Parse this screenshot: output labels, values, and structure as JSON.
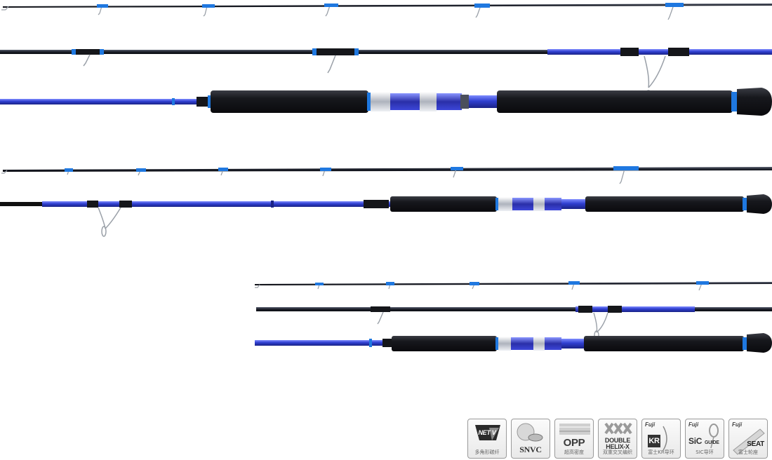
{
  "colors": {
    "blank_blue": "#2e3fc2",
    "blank_blue_light": "#5b6cf0",
    "carbon": "#1e2230",
    "grip": "#15161a",
    "trim": "#1f78e0",
    "chrome": "#c9ccd4",
    "guide": "#9aa0a8"
  },
  "rod_icons": {
    "rod1": "fishing-rod-3-piece-long",
    "rod2": "fishing-rod-2-piece",
    "rod3": "fishing-rod-3-piece-short"
  },
  "badges": [
    {
      "id": "net",
      "icon": "netv-logo-icon",
      "main": "NET V",
      "sub": "多角形碳纤"
    },
    {
      "id": "snvc",
      "icon": "snvc-logo-icon",
      "main": "SNVC",
      "sub": ""
    },
    {
      "id": "opp",
      "icon": "opp-logo-icon",
      "main": "OPP",
      "sub": "超高密度"
    },
    {
      "id": "helix",
      "icon": "double-helix-logo-icon",
      "main_1": "DOUBLE",
      "main_2": "HELIX-X",
      "sub": "双重交叉编织"
    },
    {
      "id": "kr",
      "icon": "fuji-kr-guide-icon",
      "brand": "Fuji",
      "main": "KR",
      "sub": "富士KR导环"
    },
    {
      "id": "sic",
      "icon": "fuji-sic-guide-icon",
      "brand": "Fuji",
      "main": "SiC",
      "main_2": "GUIDE",
      "sub": "SIC导环"
    },
    {
      "id": "seat",
      "icon": "fuji-reel-seat-icon",
      "brand": "Fuji",
      "main": "SEAT",
      "sub": "富士轮座"
    }
  ]
}
